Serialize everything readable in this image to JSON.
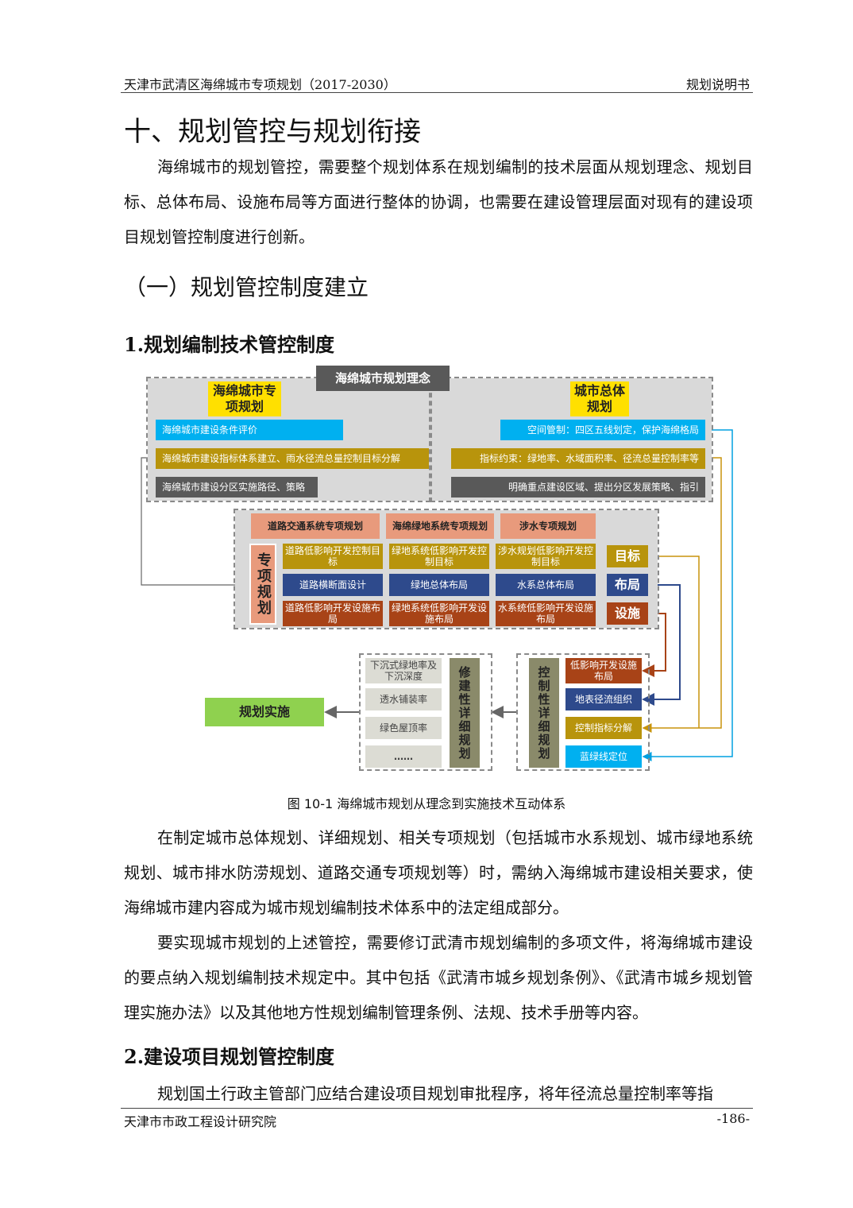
{
  "header": {
    "left": "天津市武清区海绵城市专项规划（2017-2030）",
    "right": "规划说明书"
  },
  "heading1": "十、规划管控与规划衔接",
  "intro": "海绵城市的规划管控，需要整个规划体系在规划编制的技术层面从规划理念、规划目标、总体布局、设施布局等方面进行整体的协调，也需要在建设管理层面对现有的建设项目规划管控制度进行创新。",
  "heading2": "（一）规划管控制度建立",
  "heading3a": "1.规划编制技术管控制度",
  "diagram": {
    "top_title": "海绵城市规划理念",
    "left_title": "海绵城市专项规划",
    "right_title": "城市总体规划",
    "left_rows": [
      "海绵城市建设条件评价",
      "海绵城市建设指标体系建立、雨水径流总量控制目标分解",
      "海绵城市建设分区实施路径、策略"
    ],
    "right_rows": [
      "空间管制：四区五线划定，保护海绵格局",
      "指标约束：绿地率、水域面积率、径流总量控制率等",
      "明确重点建设区域、提出分区发展策略、指引"
    ],
    "special_headers": [
      "道路交通系统专项规划",
      "海绵绿地系统专项规划",
      "涉水专项规划"
    ],
    "special_label": "专项规划",
    "special_cells": [
      [
        "道路低影响开发控制目标",
        "绿地系统低影响开发控制目标",
        "涉水规划低影响开发控制目标"
      ],
      [
        "道路横断面设计",
        "绿地总体布局",
        "水系总体布局"
      ],
      [
        "道路低影响开发设施布局",
        "绿地系统低影响开发设施布局",
        "水系统低影响开发设施布局"
      ]
    ],
    "tags": [
      "目标",
      "布局",
      "设施"
    ],
    "control_label": "控制性详细规划",
    "control_items": [
      "低影响开发设施布局",
      "地表径流组织",
      "控制指标分解",
      "蓝绿线定位"
    ],
    "constructive_label": "修建性详细规划",
    "constructive_items": [
      "下沉式绿地率及下沉深度",
      "透水铺装率",
      "绿色屋顶率",
      "……"
    ],
    "implement": "规划实施"
  },
  "caption": "图 10-1  海绵城市规划从理念到实施技术互动体系",
  "para2": "在制定城市总体规划、详细规划、相关专项规划（包括城市水系规划、城市绿地系统规划、城市排水防涝规划、道路交通专项规划等）时，需纳入海绵城市建设相关要求，使海绵城市建内容成为城市规划编制技术体系中的法定组成部分。",
  "para3": "要实现城市规划的上述管控，需要修订武清市规划编制的多项文件，将海绵城市建设的要点纳入规划编制技术规定中。其中包括《武清市城乡规划条例》、《武清市城乡规划管理实施办法》以及其他地方性规划编制管理条例、法规、技术手册等内容。",
  "heading3b": "2.建设项目规划管控制度",
  "para4": "规划国土行政主管部门应结合建设项目规划审批程序，将年径流总量控制率等指",
  "footer": {
    "left": "天津市市政工程设计研究院",
    "right": "-186-"
  }
}
